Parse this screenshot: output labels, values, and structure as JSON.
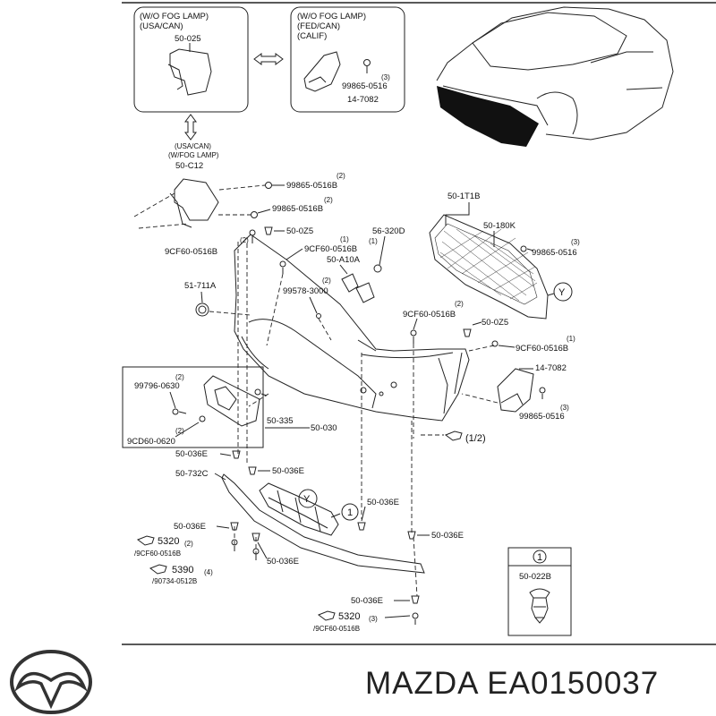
{
  "inset_left": {
    "lines": [
      "(W/O FOG LAMP)",
      "(USA/CAN)"
    ],
    "part": "50-025"
  },
  "inset_right": {
    "lines": [
      "(W/O FOG LAMP)",
      "(FED/CAN)",
      "(CALIF)"
    ],
    "bolt": "99865-0516",
    "bolt_qty": "(3)",
    "part": "14-7082"
  },
  "fog_lamp_note": {
    "lines": [
      "(USA/CAN)",
      "(W/FOG LAMP)"
    ],
    "part": "50-C12"
  },
  "labels": {
    "bolt_a": "99865-0516B",
    "bolt_a_qty": "(2)",
    "bolt_b": "99865-0516B",
    "bolt_b_qty": "(2)",
    "clip_a": "50-0Z5",
    "screw_a": "9CF60-0516B",
    "screw_a_qty": "(2)",
    "screw_b": "9CF60-0516B",
    "screw_b_qty": "(1)",
    "cap": "56-320D",
    "bracket": "50-A10A",
    "emblem": "51-711A",
    "bolt_c": "99578-3000",
    "bolt_c_qty": "(2)",
    "grille": "50-1T1B",
    "grille_mesh": "50-180K",
    "bolt_d": "99865-0516",
    "bolt_d_qty": "(3)",
    "screw_c": "9CF60-0516B",
    "screw_c_qty": "(2)",
    "clip_b": "50-0Z5",
    "screw_d": "9CF60-0516B",
    "screw_d_qty": "(1)",
    "bracket_b": "14-7082",
    "bolt_e": "99865-0516",
    "bolt_e_qty": "(3)",
    "bolt_f": "99796-0630",
    "bolt_f_qty": "(2)",
    "plate": "50-335",
    "bumper": "50-030",
    "screw_e": "9CD60-0620",
    "screw_e_qty": "(2)",
    "ref_sheet": "(1/2)",
    "clip_c": "50-036E",
    "lip": "50-732C",
    "clip_d": "50-036E",
    "clip_e": "50-036E",
    "clip_f": "50-036E",
    "clip_g": "50-036E",
    "clip_h": "50-036E",
    "ref_5320a": "5320",
    "ref_5320a_sub": "/9CF60-0516B",
    "ref_5320a_qty": "(2)",
    "ref_5390": "5390",
    "ref_5390_sub": "/90734-0512B",
    "ref_5390_qty": "(4)",
    "clip_i": "50-036E",
    "ref_5320b": "5320",
    "ref_5320b_sub": "/9CF60-0516B",
    "ref_5320b_qty": "(3)",
    "callout_y": "Y",
    "callout_1": "1",
    "legend_num": "1",
    "legend_part": "50-022B"
  },
  "footer": {
    "brand_text": "MAZDA EA0150037"
  }
}
